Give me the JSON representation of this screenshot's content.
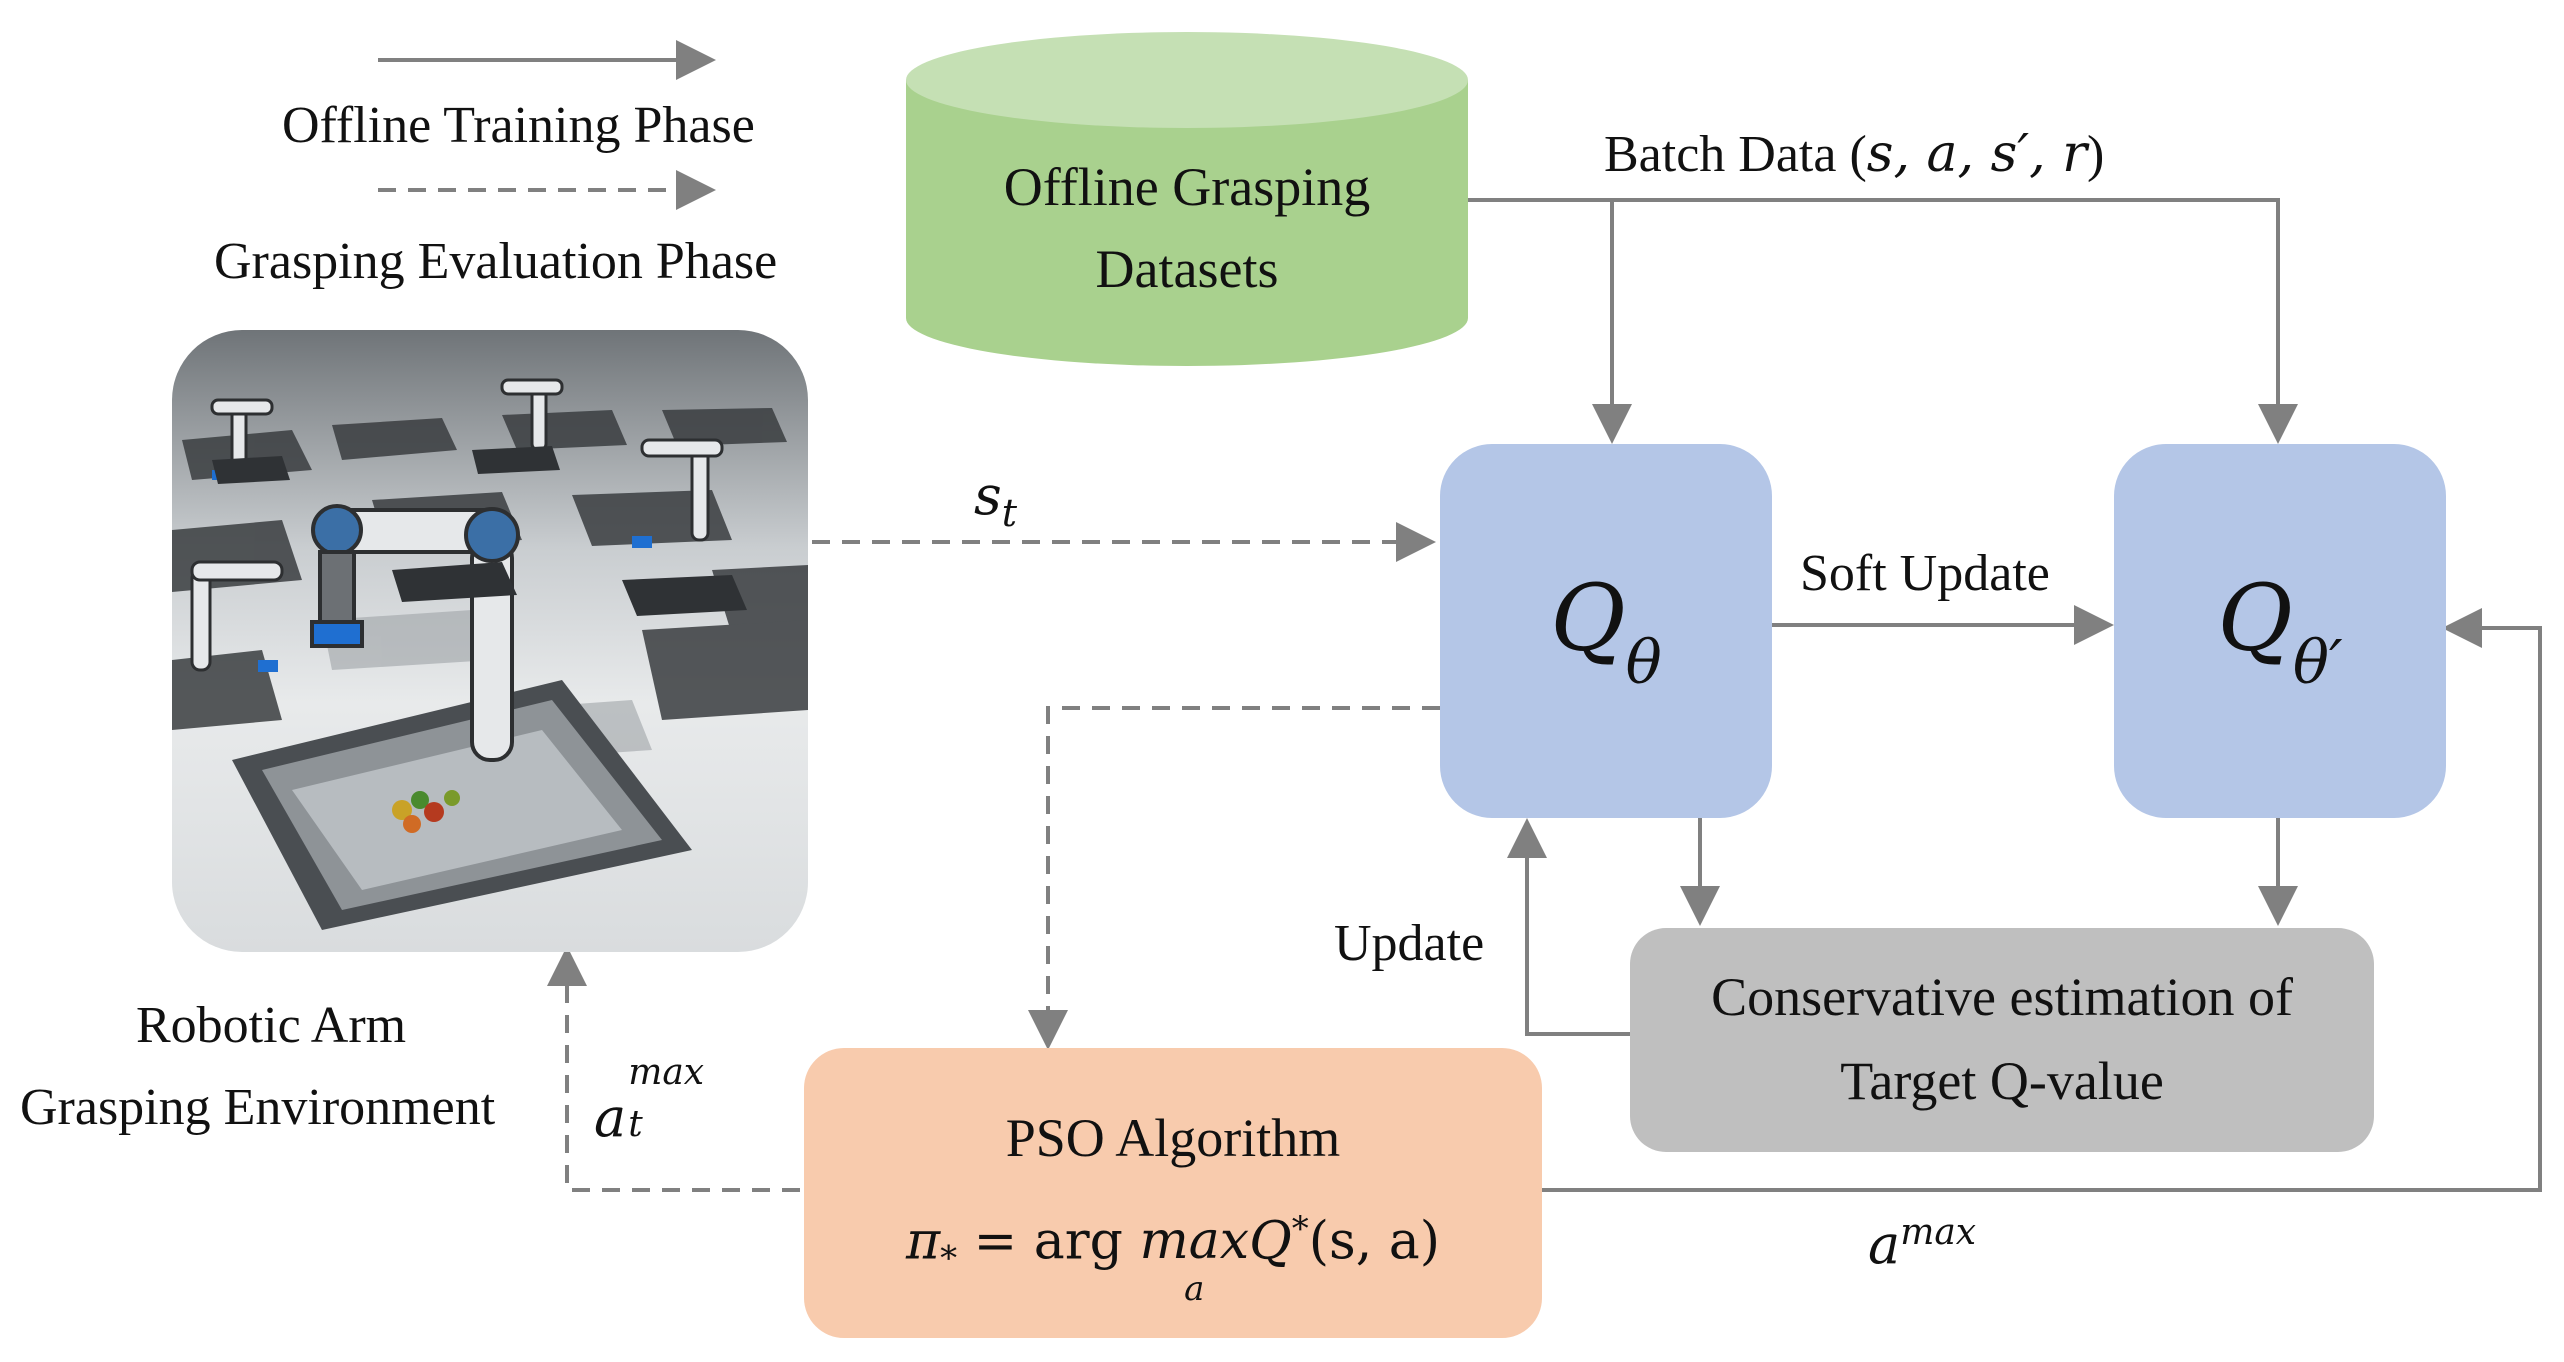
{
  "legend": {
    "offline_training": "Offline Training Phase",
    "grasping_evaluation": "Grasping Evaluation Phase"
  },
  "dataset": {
    "line1": "Offline Grasping",
    "line2": "Datasets",
    "color": "#a9d18e"
  },
  "batch_data": {
    "prefix": "Batch Data (",
    "vars": "s, a, s′, r",
    "suffix": ")"
  },
  "state": {
    "symbol": "s",
    "subscript": "t"
  },
  "q_network": {
    "symbol": "Q",
    "subscript": "θ",
    "color": "#b4c6e7"
  },
  "target_network": {
    "symbol": "Q",
    "subscript": "θ′",
    "color": "#b4c6e7"
  },
  "soft_update": "Soft Update",
  "update": "Update",
  "conservative": {
    "line1": "Conservative estimation of",
    "line2": "Target Q-value",
    "color": "#bfbfbf"
  },
  "pso": {
    "title": "PSO Algorithm",
    "formula_lhs": "π",
    "formula_lhs_sub": "*",
    "formula_mid": " = arg ",
    "formula_max": "max",
    "formula_max_sub": "a",
    "formula_rhs": "Q",
    "formula_rhs_sup": "*",
    "formula_args": "(s, a)",
    "color": "#f8cbad"
  },
  "environment": {
    "line1": "Robotic Arm",
    "line2": "Grasping Environment"
  },
  "action_t": {
    "symbol": "a",
    "sub": "t",
    "sup": "max"
  },
  "action": {
    "symbol": "a",
    "sup": "max"
  },
  "arrow_color": "#808080"
}
